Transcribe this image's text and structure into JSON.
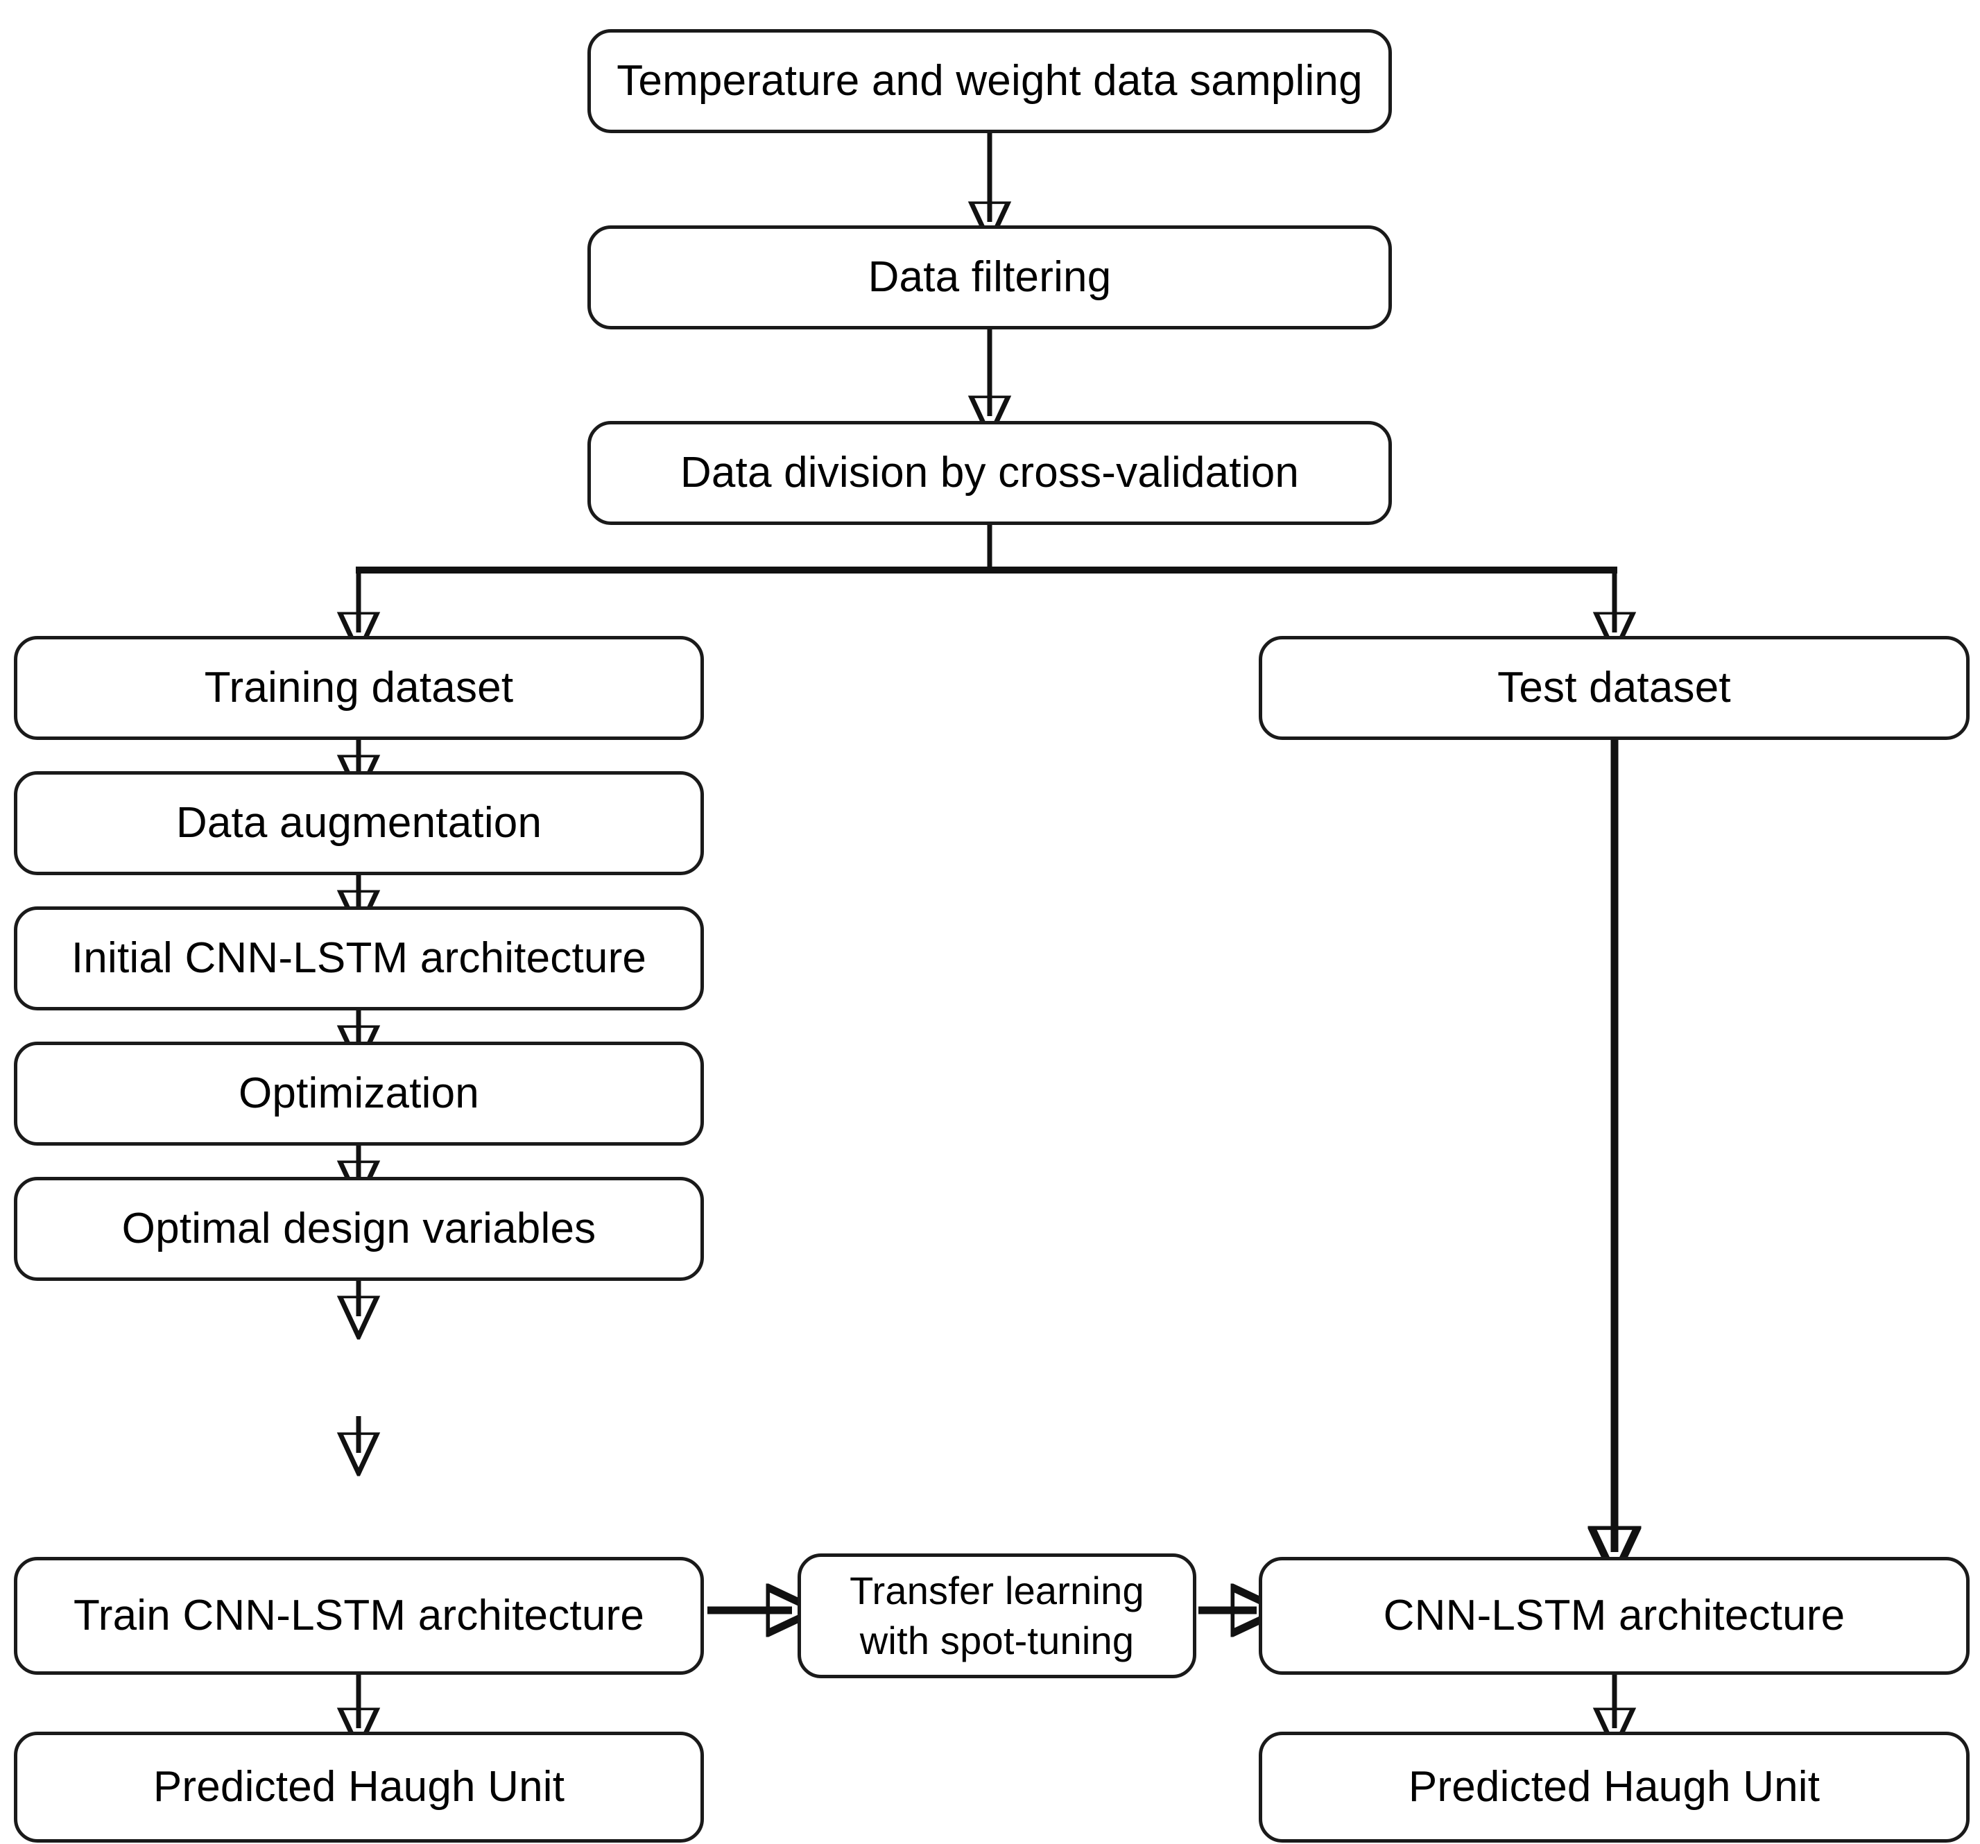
{
  "diagram": {
    "title": "Temperature and weight data sampling to Predicted Haugh Unit pipeline",
    "background_color": "#ffffff",
    "stroke_color": "#111111",
    "node_fill": "#ffffff",
    "text_color": "#000000"
  },
  "nodes": {
    "sampling": {
      "label": "Temperature and weight data sampling"
    },
    "filtering": {
      "label": "Data filtering"
    },
    "division": {
      "label": "Data division by cross-validation"
    },
    "training_dataset": {
      "label": "Training dataset"
    },
    "test_dataset": {
      "label": "Test dataset"
    },
    "augmentation": {
      "label": "Data augmentation"
    },
    "initial_arch": {
      "label": "Initial CNN-LSTM architecture"
    },
    "optimization": {
      "label": "Optimization"
    },
    "optimal_vars": {
      "label": "Optimal design variables"
    },
    "train_arch": {
      "label": "Train CNN-LSTM architecture"
    },
    "transfer_line1": {
      "label": "Transfer learning"
    },
    "transfer_line2": {
      "label": "with spot-tuning"
    },
    "cnn_lstm_arch": {
      "label": "CNN-LSTM architecture"
    },
    "predicted_left": {
      "label": "Predicted Haugh Unit"
    },
    "predicted_right": {
      "label": "Predicted Haugh Unit"
    }
  },
  "edges": [
    {
      "from": "sampling",
      "to": "filtering",
      "kind": "vertical-arrow"
    },
    {
      "from": "filtering",
      "to": "division",
      "kind": "vertical-arrow"
    },
    {
      "from": "division",
      "to": "training_dataset",
      "kind": "split-left-arrow"
    },
    {
      "from": "division",
      "to": "test_dataset",
      "kind": "split-right-arrow"
    },
    {
      "from": "training_dataset",
      "to": "augmentation",
      "kind": "vertical-arrow"
    },
    {
      "from": "augmentation",
      "to": "initial_arch",
      "kind": "vertical-arrow"
    },
    {
      "from": "initial_arch",
      "to": "optimization",
      "kind": "vertical-arrow"
    },
    {
      "from": "optimization",
      "to": "optimal_vars",
      "kind": "vertical-arrow"
    },
    {
      "from": "optimal_vars",
      "to": "train_arch",
      "kind": "vertical-arrow"
    },
    {
      "from": "train_arch",
      "to": "transfer",
      "kind": "horizontal-arrow"
    },
    {
      "from": "transfer",
      "to": "cnn_lstm_arch",
      "kind": "horizontal-arrow"
    },
    {
      "from": "test_dataset",
      "to": "cnn_lstm_arch",
      "kind": "long-vertical-arrow"
    },
    {
      "from": "train_arch",
      "to": "predicted_left",
      "kind": "vertical-arrow"
    },
    {
      "from": "cnn_lstm_arch",
      "to": "predicted_right",
      "kind": "vertical-arrow"
    }
  ]
}
